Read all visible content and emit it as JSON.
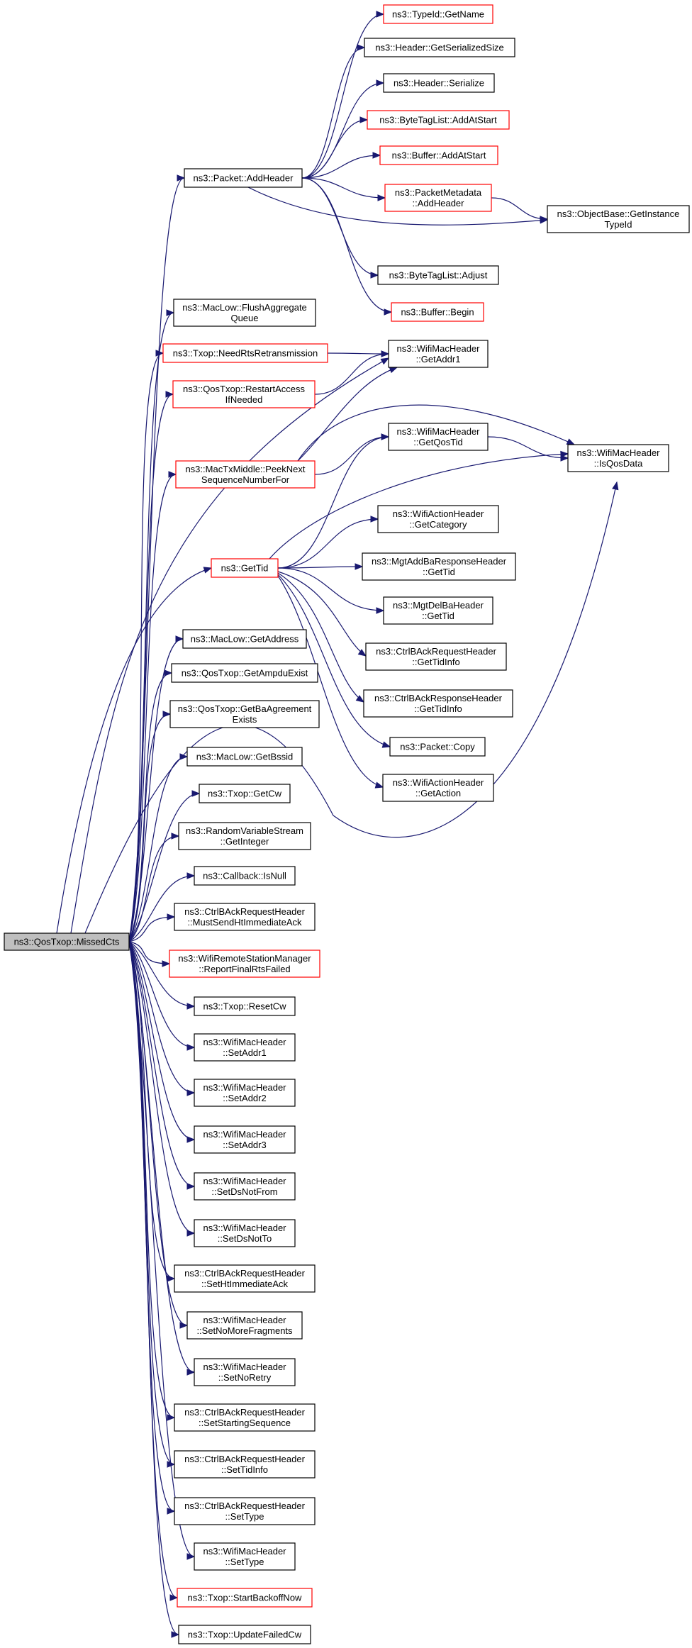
{
  "colors": {
    "edge": "#191970",
    "node_border": "#000000",
    "linked_border": "#ff0000",
    "root_fill": "#bfbfbf",
    "node_fill": "#ffffff"
  },
  "nodes": [
    {
      "id": "root",
      "lines": [
        "ns3::QosTxop::MissedCts"
      ],
      "root": true
    },
    {
      "id": "packet_addheader",
      "lines": [
        "ns3::Packet::AddHeader"
      ]
    },
    {
      "id": "typeid_getname",
      "lines": [
        "ns3::TypeId::GetName"
      ],
      "red": true
    },
    {
      "id": "header_getserializedsize",
      "lines": [
        "ns3::Header::GetSerializedSize"
      ]
    },
    {
      "id": "header_serialize",
      "lines": [
        "ns3::Header::Serialize"
      ]
    },
    {
      "id": "bytetaglist_addatstart",
      "lines": [
        "ns3::ByteTagList::AddAtStart"
      ],
      "red": true
    },
    {
      "id": "buffer_addatstart",
      "lines": [
        "ns3::Buffer::AddAtStart"
      ],
      "red": true
    },
    {
      "id": "packetmetadata_addheader",
      "lines": [
        "ns3::PacketMetadata",
        "::AddHeader"
      ],
      "red": true
    },
    {
      "id": "objectbase_getinstancetypeid",
      "lines": [
        "ns3::ObjectBase::GetInstance",
        "TypeId"
      ]
    },
    {
      "id": "bytetaglist_adjust",
      "lines": [
        "ns3::ByteTagList::Adjust"
      ]
    },
    {
      "id": "buffer_begin",
      "lines": [
        "ns3::Buffer::Begin"
      ],
      "red": true
    },
    {
      "id": "maclow_flushaggregatequeue",
      "lines": [
        "ns3::MacLow::FlushAggregate",
        "Queue"
      ]
    },
    {
      "id": "txop_needrtsretransmission",
      "lines": [
        "ns3::Txop::NeedRtsRetransmission"
      ],
      "red": true
    },
    {
      "id": "wifimacheader_getaddr1",
      "lines": [
        "ns3::WifiMacHeader",
        "::GetAddr1"
      ]
    },
    {
      "id": "qostxop_restartaccessifneeded",
      "lines": [
        "ns3::QosTxop::RestartAccess",
        "IfNeeded"
      ],
      "red": true
    },
    {
      "id": "wifimacheader_getqostid",
      "lines": [
        "ns3::WifiMacHeader",
        "::GetQosTid"
      ]
    },
    {
      "id": "wifimacheader_isqosdata",
      "lines": [
        "ns3::WifiMacHeader",
        "::IsQosData"
      ]
    },
    {
      "id": "mactxmiddle_peeknextsequencenumberfor",
      "lines": [
        "ns3::MacTxMiddle::PeekNext",
        "SequenceNumberFor"
      ],
      "red": true
    },
    {
      "id": "wifiactionheader_getcategory",
      "lines": [
        "ns3::WifiActionHeader",
        "::GetCategory"
      ]
    },
    {
      "id": "gettid",
      "lines": [
        "ns3::GetTid"
      ],
      "red": true
    },
    {
      "id": "mgtaddbaresponseheader_gettid",
      "lines": [
        "ns3::MgtAddBaResponseHeader",
        "::GetTid"
      ]
    },
    {
      "id": "mgtdelbaheader_gettid",
      "lines": [
        "ns3::MgtDelBaHeader",
        "::GetTid"
      ]
    },
    {
      "id": "ctrlbackrequestheader_gettidinfo",
      "lines": [
        "ns3::CtrlBAckRequestHeader",
        "::GetTidInfo"
      ]
    },
    {
      "id": "ctrlbackresponseheader_gettidinfo",
      "lines": [
        "ns3::CtrlBAckResponseHeader",
        "::GetTidInfo"
      ]
    },
    {
      "id": "packet_copy",
      "lines": [
        "ns3::Packet::Copy"
      ]
    },
    {
      "id": "wifiactionheader_getaction",
      "lines": [
        "ns3::WifiActionHeader",
        "::GetAction"
      ]
    },
    {
      "id": "maclow_getaddress",
      "lines": [
        "ns3::MacLow::GetAddress"
      ]
    },
    {
      "id": "qostxop_getampduexist",
      "lines": [
        "ns3::QosTxop::GetAmpduExist"
      ]
    },
    {
      "id": "qostxop_getbaagreementexists",
      "lines": [
        "ns3::QosTxop::GetBaAgreement",
        "Exists"
      ]
    },
    {
      "id": "maclow_getbssid",
      "lines": [
        "ns3::MacLow::GetBssid"
      ]
    },
    {
      "id": "txop_getcw",
      "lines": [
        "ns3::Txop::GetCw"
      ]
    },
    {
      "id": "randomvariablestream_getinteger",
      "lines": [
        "ns3::RandomVariableStream",
        "::GetInteger"
      ]
    },
    {
      "id": "callback_isnull",
      "lines": [
        "ns3::Callback::IsNull"
      ]
    },
    {
      "id": "ctrlbackrequestheader_mustsendhtimmediateack",
      "lines": [
        "ns3::CtrlBAckRequestHeader",
        "::MustSendHtImmediateAck"
      ]
    },
    {
      "id": "wifiremotestationmanager_reportfinalrtsfailed",
      "lines": [
        "ns3::WifiRemoteStationManager",
        "::ReportFinalRtsFailed"
      ],
      "red": true
    },
    {
      "id": "txop_resetcw",
      "lines": [
        "ns3::Txop::ResetCw"
      ]
    },
    {
      "id": "wifimacheader_setaddr1",
      "lines": [
        "ns3::WifiMacHeader",
        "::SetAddr1"
      ]
    },
    {
      "id": "wifimacheader_setaddr2",
      "lines": [
        "ns3::WifiMacHeader",
        "::SetAddr2"
      ]
    },
    {
      "id": "wifimacheader_setaddr3",
      "lines": [
        "ns3::WifiMacHeader",
        "::SetAddr3"
      ]
    },
    {
      "id": "wifimacheader_setdsnotfrom",
      "lines": [
        "ns3::WifiMacHeader",
        "::SetDsNotFrom"
      ]
    },
    {
      "id": "wifimacheader_setdsnotto",
      "lines": [
        "ns3::WifiMacHeader",
        "::SetDsNotTo"
      ]
    },
    {
      "id": "ctrlbackrequestheader_sethtimmediateack",
      "lines": [
        "ns3::CtrlBAckRequestHeader",
        "::SetHtImmediateAck"
      ]
    },
    {
      "id": "wifimacheader_setnomorefragments",
      "lines": [
        "ns3::WifiMacHeader",
        "::SetNoMoreFragments"
      ]
    },
    {
      "id": "wifimacheader_setnoretry",
      "lines": [
        "ns3::WifiMacHeader",
        "::SetNoRetry"
      ]
    },
    {
      "id": "ctrlbackrequestheader_setstartingsequence",
      "lines": [
        "ns3::CtrlBAckRequestHeader",
        "::SetStartingSequence"
      ]
    },
    {
      "id": "ctrlbackrequestheader_settidinfo",
      "lines": [
        "ns3::CtrlBAckRequestHeader",
        "::SetTidInfo"
      ]
    },
    {
      "id": "ctrlbackrequestheader_settype",
      "lines": [
        "ns3::CtrlBAckRequestHeader",
        "::SetType"
      ]
    },
    {
      "id": "wifimacheader_settype",
      "lines": [
        "ns3::WifiMacHeader",
        "::SetType"
      ]
    },
    {
      "id": "txop_startbackoffnow",
      "lines": [
        "ns3::Txop::StartBackoffNow"
      ],
      "red": true
    },
    {
      "id": "txop_updatefailedcw",
      "lines": [
        "ns3::Txop::UpdateFailedCw"
      ]
    }
  ],
  "edges": [
    [
      "root",
      "packet_addheader"
    ],
    [
      "packet_addheader",
      "typeid_getname"
    ],
    [
      "packet_addheader",
      "header_getserializedsize"
    ],
    [
      "packet_addheader",
      "header_serialize"
    ],
    [
      "packet_addheader",
      "bytetaglist_addatstart"
    ],
    [
      "packet_addheader",
      "buffer_addatstart"
    ],
    [
      "packet_addheader",
      "packetmetadata_addheader"
    ],
    [
      "packet_addheader",
      "objectbase_getinstancetypeid"
    ],
    [
      "packet_addheader",
      "bytetaglist_adjust"
    ],
    [
      "packet_addheader",
      "buffer_begin"
    ],
    [
      "packetmetadata_addheader",
      "objectbase_getinstancetypeid"
    ],
    [
      "root",
      "maclow_flushaggregatequeue"
    ],
    [
      "root",
      "txop_needrtsretransmission"
    ],
    [
      "txop_needrtsretransmission",
      "wifimacheader_getaddr1"
    ],
    [
      "root",
      "qostxop_restartaccessifneeded"
    ],
    [
      "qostxop_restartaccessifneeded",
      "wifimacheader_getaddr1"
    ],
    [
      "root",
      "mactxmiddle_peeknextsequencenumberfor"
    ],
    [
      "mactxmiddle_peeknextsequencenumberfor",
      "wifimacheader_getaddr1"
    ],
    [
      "mactxmiddle_peeknextsequencenumberfor",
      "wifimacheader_getqostid"
    ],
    [
      "mactxmiddle_peeknextsequencenumberfor",
      "wifimacheader_isqosdata"
    ],
    [
      "wifimacheader_getqostid",
      "wifimacheader_isqosdata"
    ],
    [
      "root",
      "wifimacheader_getaddr1"
    ],
    [
      "root",
      "gettid"
    ],
    [
      "gettid",
      "wifimacheader_isqosdata"
    ],
    [
      "gettid",
      "wifimacheader_getqostid"
    ],
    [
      "gettid",
      "wifiactionheader_getcategory"
    ],
    [
      "gettid",
      "mgtaddbaresponseheader_gettid"
    ],
    [
      "gettid",
      "mgtdelbaheader_gettid"
    ],
    [
      "gettid",
      "ctrlbackrequestheader_gettidinfo"
    ],
    [
      "gettid",
      "ctrlbackresponseheader_gettidinfo"
    ],
    [
      "gettid",
      "packet_copy"
    ],
    [
      "gettid",
      "wifiactionheader_getaction"
    ],
    [
      "root",
      "wifimacheader_isqosdata"
    ],
    [
      "root",
      "maclow_getaddress"
    ],
    [
      "root",
      "qostxop_getampduexist"
    ],
    [
      "root",
      "qostxop_getbaagreementexists"
    ],
    [
      "root",
      "maclow_getbssid"
    ],
    [
      "root",
      "txop_getcw"
    ],
    [
      "root",
      "randomvariablestream_getinteger"
    ],
    [
      "root",
      "callback_isnull"
    ],
    [
      "root",
      "ctrlbackrequestheader_mustsendhtimmediateack"
    ],
    [
      "root",
      "wifiremotestationmanager_reportfinalrtsfailed"
    ],
    [
      "root",
      "txop_resetcw"
    ],
    [
      "root",
      "wifimacheader_setaddr1"
    ],
    [
      "root",
      "wifimacheader_setaddr2"
    ],
    [
      "root",
      "wifimacheader_setaddr3"
    ],
    [
      "root",
      "wifimacheader_setdsnotfrom"
    ],
    [
      "root",
      "wifimacheader_setdsnotto"
    ],
    [
      "root",
      "ctrlbackrequestheader_sethtimmediateack"
    ],
    [
      "root",
      "wifimacheader_setnomorefragments"
    ],
    [
      "root",
      "wifimacheader_setnoretry"
    ],
    [
      "root",
      "ctrlbackrequestheader_setstartingsequence"
    ],
    [
      "root",
      "ctrlbackrequestheader_settidinfo"
    ],
    [
      "root",
      "ctrlbackrequestheader_settype"
    ],
    [
      "root",
      "wifimacheader_settype"
    ],
    [
      "root",
      "txop_startbackoffnow"
    ],
    [
      "root",
      "txop_updatefailedcw"
    ]
  ]
}
